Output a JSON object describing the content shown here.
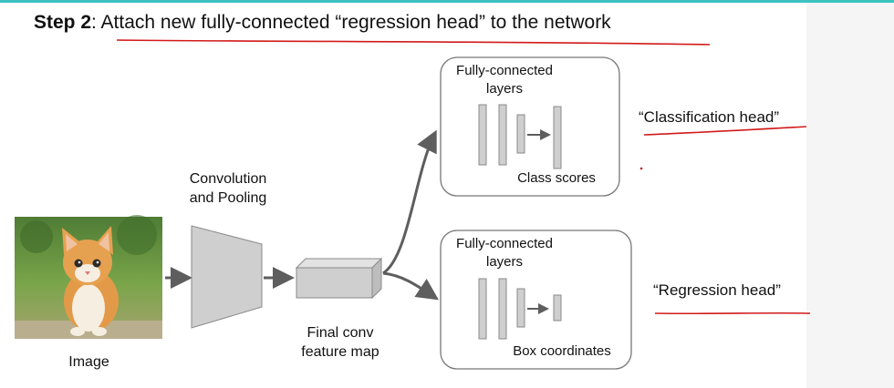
{
  "title": {
    "step": "Step 2",
    "separator": ": ",
    "text": "Attach new fully-connected “regression head” to the network"
  },
  "labels": {
    "image": "Image",
    "conv_line1": "Convolution",
    "conv_line2": "and Pooling",
    "feature_line1": "Final conv",
    "feature_line2": "feature map"
  },
  "classification_box": {
    "fc_line1": "Fully-connected",
    "fc_line2": "layers",
    "output": "Class scores"
  },
  "regression_box": {
    "fc_line1": "Fully-connected",
    "fc_line2": "layers",
    "output": "Box coordinates"
  },
  "heads": {
    "classification": "“Classification head”",
    "regression": "“Regression head”"
  },
  "colors": {
    "annotation_red": "#d21a1a",
    "accent": "#3cc2c0",
    "arrow": "#5e5e5e",
    "block_fill": "#cfcfcf"
  }
}
